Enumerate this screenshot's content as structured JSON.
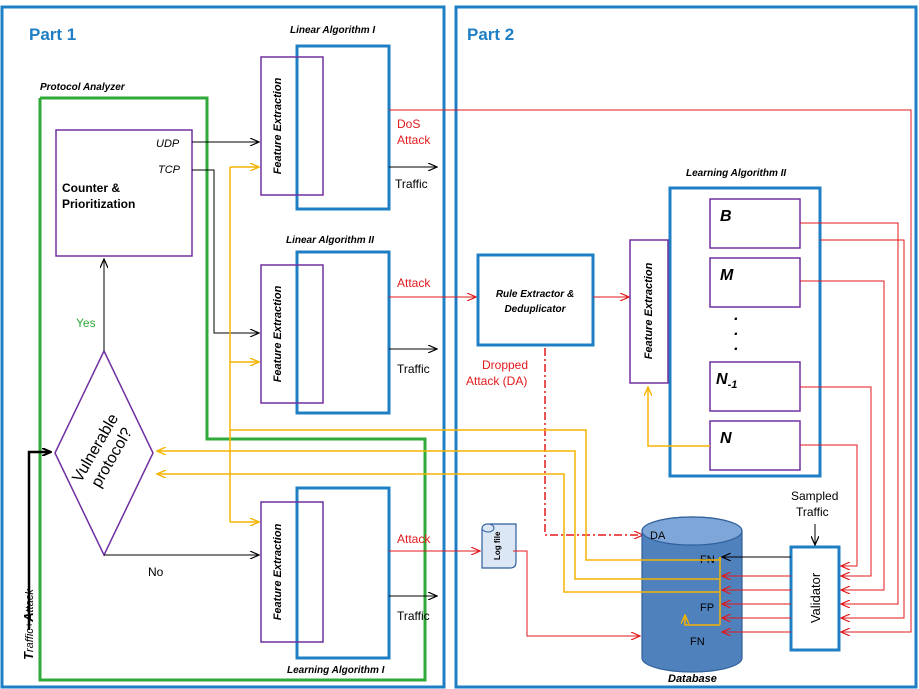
{
  "parts": {
    "part1": "Part 1",
    "part2": "Part 2"
  },
  "protocol_analyzer": {
    "title": "Protocol Analyzer",
    "counter_line1": "Counter &",
    "counter_line2": "Prioritization",
    "udp": "UDP",
    "tcp": "TCP",
    "yes": "Yes",
    "no": "No",
    "decision_line1": "Vulnerable",
    "decision_line2": "protocol?"
  },
  "input_label": {
    "T": "T",
    "raffic": "raffic",
    "plus": "+",
    "A": "A",
    "ttack": "ttack"
  },
  "linear1": {
    "title": "Linear Algorithm I",
    "feature": "Feature Extraction",
    "dos_line1": "DoS",
    "dos_line2": "Attack",
    "traffic": "Traffic"
  },
  "linear2": {
    "title": "Linear Algorithm II",
    "feature": "Feature Extraction",
    "attack": "Attack",
    "traffic": "Traffic"
  },
  "learning1": {
    "title": "Learning Algorithm I",
    "feature": "Feature Extraction",
    "attack": "Attack",
    "traffic": "Traffic"
  },
  "rule_extractor": {
    "line1": "Rule Extractor &",
    "line2": "Deduplicator",
    "dropped_line1": "Dropped",
    "dropped_line2": "Attack (DA)"
  },
  "learning2": {
    "title": "Learning Algorithm II",
    "feature": "Feature Extraction",
    "nodes": {
      "b": "B",
      "m": "M",
      "dots": "·",
      "n1_main": "N",
      "n1_sub": "-1",
      "n": "N"
    }
  },
  "log_file": "Log file",
  "database": {
    "title": "Database",
    "da": "DA",
    "fn_top": "FN",
    "fp": "FP",
    "fn_bottom": "FN"
  },
  "validator": {
    "label": "Validator",
    "sampled_line1": "Sampled",
    "sampled_line2": "Traffic"
  },
  "colors": {
    "blue_border": "#1f7fc4",
    "purple": "#7030a0",
    "green": "#2eaa3a",
    "red": "#e3191c",
    "orange": "#f5b400",
    "db_fill": "#4f81bd",
    "db_top": "#7fa6d8"
  }
}
